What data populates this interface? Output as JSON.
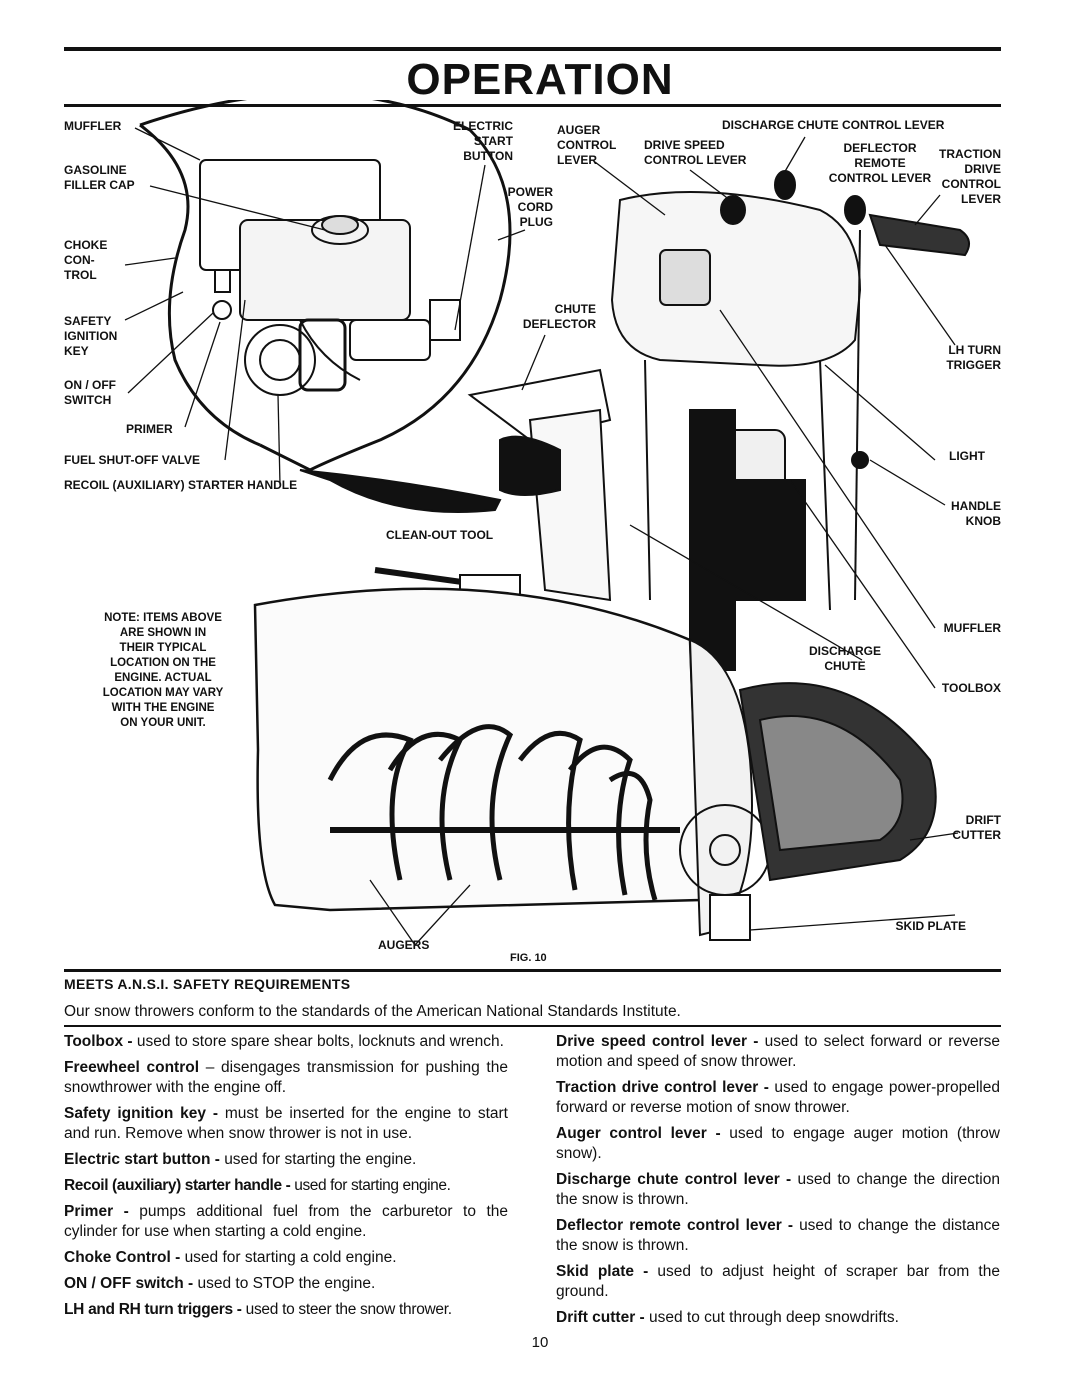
{
  "title": "OPERATION",
  "figure": {
    "fig_label": "FIG. 10",
    "labels": {
      "muffler_top": "MUFFLER",
      "gasoline_filler_cap": [
        "GASOLINE",
        "FILLER CAP"
      ],
      "choke_control": [
        "CHOKE",
        "CON-",
        "TROL"
      ],
      "safety_ignition_key": [
        "SAFETY",
        "IGNITION",
        "KEY"
      ],
      "on_off_switch": [
        "ON / OFF",
        "SWITCH"
      ],
      "primer": "PRIMER",
      "fuel_shutoff_valve": "FUEL SHUT-OFF VALVE",
      "recoil_starter_handle": "RECOIL (AUXILIARY) STARTER HANDLE",
      "electric_start_button": [
        "ELECTRIC",
        "START",
        "BUTTON"
      ],
      "power_cord_plug": [
        "POWER",
        "CORD",
        "PLUG"
      ],
      "chute_deflector": [
        "CHUTE",
        "DEFLECTOR"
      ],
      "clean_out_tool": "CLEAN-OUT TOOL",
      "auger_control_lever": [
        "AUGER",
        "CONTROL",
        "LEVER"
      ],
      "drive_speed_control_lever": [
        "DRIVE SPEED",
        "CONTROL LEVER"
      ],
      "discharge_chute_control_lever": "DISCHARGE CHUTE CONTROL LEVER",
      "deflector_remote_control_lever": [
        "DEFLECTOR",
        "REMOTE",
        "CONTROL LEVER"
      ],
      "traction_drive_control_lever": [
        "TRACTION",
        "DRIVE",
        "CONTROL",
        "LEVER"
      ],
      "lh_turn_trigger": [
        "LH TURN",
        "TRIGGER"
      ],
      "light": "LIGHT",
      "handle_knob": [
        "HANDLE",
        "KNOB"
      ],
      "muffler_right": "MUFFLER",
      "discharge_chute": [
        "DISCHARGE",
        "CHUTE"
      ],
      "toolbox": "TOOLBOX",
      "drift_cutter": [
        "DRIFT",
        "CUTTER"
      ],
      "skid_plate": "SKID PLATE",
      "augers": "AUGERS",
      "note": [
        "NOTE: ITEMS ABOVE",
        "ARE SHOWN IN",
        "THEIR TYPICAL",
        "LOCATION ON THE",
        "ENGINE.  ACTUAL",
        "LOCATION MAY VARY",
        "WITH THE ENGINE",
        "ON YOUR UNIT."
      ]
    }
  },
  "ansi": {
    "heading": "MEETS A.N.S.I. SAFETY REQUIREMENTS",
    "text": "Our snow throwers conform to the standards of the American National Standards Institute."
  },
  "left_column": [
    {
      "term": "Toolbox - ",
      "desc": "used to store spare shear bolts, locknuts and wrench."
    },
    {
      "term": "Freewheel control",
      "desc": " – disengages transmission for pushing the snowthrower with the engine off."
    },
    {
      "term": "Safety ignition key - ",
      "desc": "must be inserted for the engine to start and run.  Remove when snow thrower is not in use."
    },
    {
      "term": "Electric start button - ",
      "desc": "used for starting the engine."
    },
    {
      "term": "Recoil (auxiliary) starter handle - ",
      "desc": "used for starting engine."
    },
    {
      "term": "Primer - ",
      "desc": "pumps additional fuel from the carburetor to the cylinder for use when starting a cold engine."
    },
    {
      "term": "Choke Control - ",
      "desc": "used for starting a cold engine."
    },
    {
      "term": "ON / OFF switch - ",
      "desc": "used to STOP the engine."
    },
    {
      "term": "LH and RH turn triggers - ",
      "desc": "used to steer the snow thrower."
    }
  ],
  "right_column": [
    {
      "term": "Drive speed control lever - ",
      "desc": "used to select forward or reverse motion and speed of snow thrower."
    },
    {
      "term": "Traction drive control lever - ",
      "desc": "used to engage power-propelled forward or reverse motion of snow thrower."
    },
    {
      "term": "Auger control lever - ",
      "desc": "used to engage auger motion (throw snow)."
    },
    {
      "term": "Discharge chute control lever - ",
      "desc": "used to change the direction the snow is thrown."
    },
    {
      "term": "Deflector remote control lever - ",
      "desc": "used to change the distance the snow is thrown."
    },
    {
      "term": "Skid plate - ",
      "desc": "used to adjust height of scraper bar from the ground."
    },
    {
      "term": "Drift cutter - ",
      "desc": "used to cut through deep snowdrifts."
    }
  ],
  "page_number": "10"
}
